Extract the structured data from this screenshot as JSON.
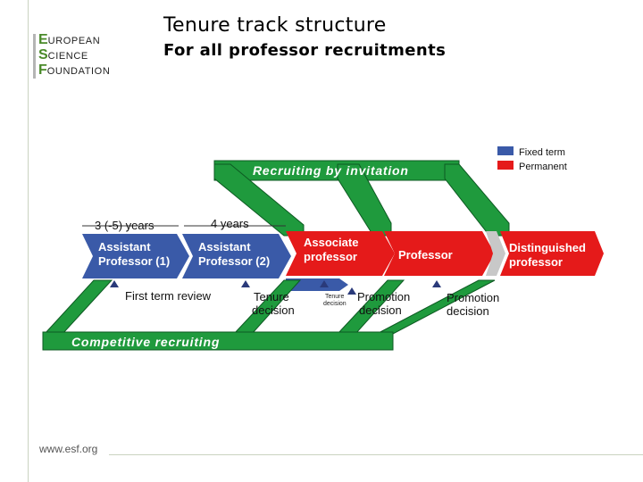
{
  "header": {
    "title": "Tenure track structure",
    "subtitle": "For all professor recruitments"
  },
  "logo": {
    "line1_cap": "E",
    "line1_rest": "UROPEAN",
    "line2_cap": "S",
    "line2_rest": "CIENCE",
    "line3_cap": "F",
    "line3_rest": "OUNDATION"
  },
  "footer": {
    "url": "www.esf.org"
  },
  "legend": {
    "fixed": {
      "label": "Fixed term",
      "color": "#3a5aa8"
    },
    "permanent": {
      "label": "Permanent",
      "color": "#e51a1a"
    }
  },
  "bands": {
    "top": "Recruiting by invitation",
    "bottom": "Competitive recruiting",
    "color": "#1f9a3d"
  },
  "durations": {
    "first": "3 (-5) years",
    "second": "4 years"
  },
  "stages": [
    {
      "line1": "Assistant",
      "line2": "Professor (1)",
      "term": "fixed"
    },
    {
      "line1": "Assistant",
      "line2": "Professor (2)",
      "term": "fixed"
    },
    {
      "line1": "Associate",
      "line2": "professor",
      "term": "permanent"
    },
    {
      "line1": "Professor",
      "line2": "",
      "term": "permanent"
    },
    {
      "line1": "Distinguished",
      "line2": "professor",
      "term": "permanent"
    }
  ],
  "decisions": {
    "first": "First term review",
    "tenure_line1": "Tenure",
    "tenure_line2": "decision",
    "small_line1": "Tenure",
    "small_line2": "decision",
    "promo1_line1": "Promotion",
    "promo1_line2": "decision",
    "promo2_line1": "Promotion",
    "promo2_line2": "decision"
  }
}
